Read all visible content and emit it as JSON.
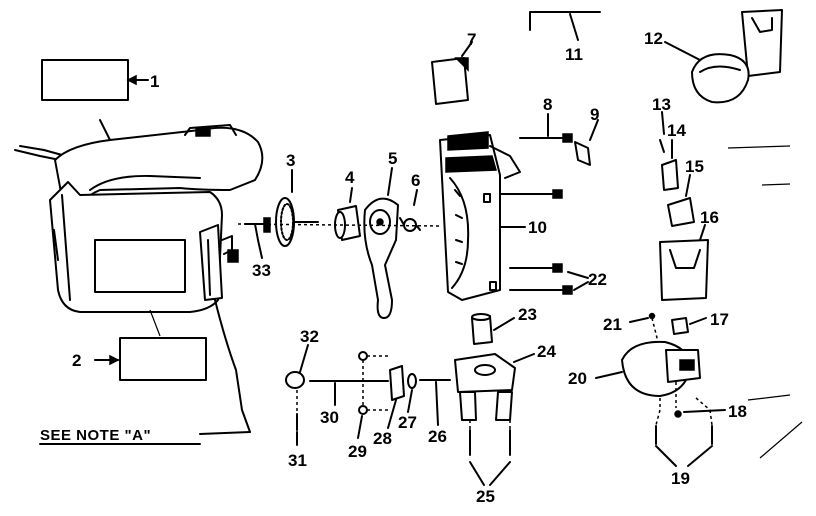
{
  "diagram": {
    "note": "SEE NOTE \"A\"",
    "callouts": [
      "1",
      "2",
      "3",
      "4",
      "5",
      "6",
      "7",
      "8",
      "9",
      "10",
      "11",
      "12",
      "13",
      "14",
      "15",
      "16",
      "17",
      "18",
      "19",
      "20",
      "21",
      "22",
      "23",
      "24",
      "25",
      "26",
      "27",
      "28",
      "29",
      "30",
      "31",
      "32",
      "33"
    ]
  }
}
